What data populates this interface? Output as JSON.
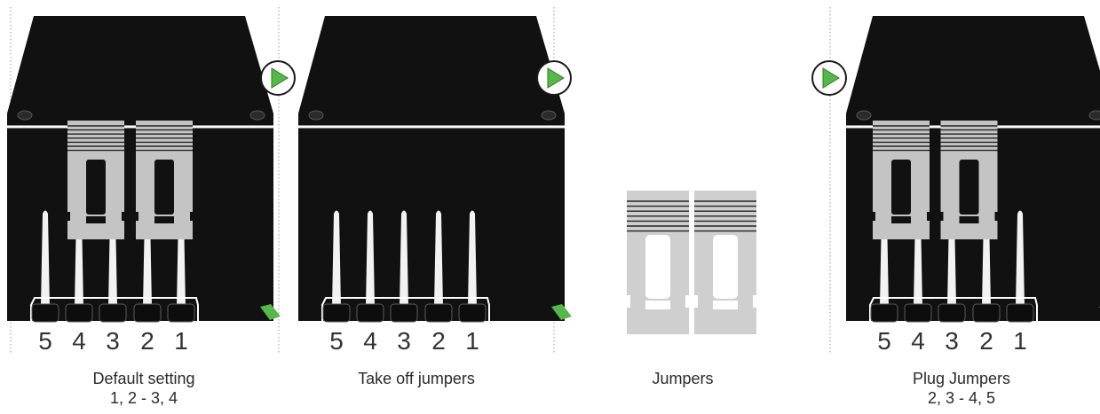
{
  "panels": [
    {
      "id": "default",
      "caption": "Default setting",
      "subcaption": "1, 2 - 3, 4",
      "pin_labels": [
        "5",
        "4",
        "3",
        "2",
        "1"
      ],
      "jumpers_on_pins": [
        [
          "4",
          "3"
        ],
        [
          "2",
          "1"
        ]
      ],
      "device": true
    },
    {
      "id": "take-off",
      "caption": "Take off jumpers",
      "subcaption": "",
      "pin_labels": [
        "5",
        "4",
        "3",
        "2",
        "1"
      ],
      "jumpers_on_pins": [],
      "device": true
    },
    {
      "id": "jumpers",
      "caption": "Jumpers",
      "subcaption": "",
      "pin_labels": [],
      "loose_jumpers": 2,
      "device": false
    },
    {
      "id": "plug",
      "caption": "Plug Jumpers",
      "subcaption": "2, 3 - 4, 5",
      "pin_labels": [
        "5",
        "4",
        "3",
        "2",
        "1"
      ],
      "jumpers_on_pins": [
        [
          "5",
          "4"
        ],
        [
          "3",
          "2"
        ]
      ],
      "device": true
    }
  ],
  "step_arrows": 3,
  "colors": {
    "device_body": "#111111",
    "pin": "#f2f2f2",
    "jumper": "#c4c4c4",
    "jumper_loose": "#cfcfcf",
    "green_led": "#56b848",
    "arrow_ring": "#1a1a1a",
    "separator": "#9a9a9a",
    "label_text": "#2a2a2a"
  },
  "icons": [
    "play-arrow-icon"
  ]
}
